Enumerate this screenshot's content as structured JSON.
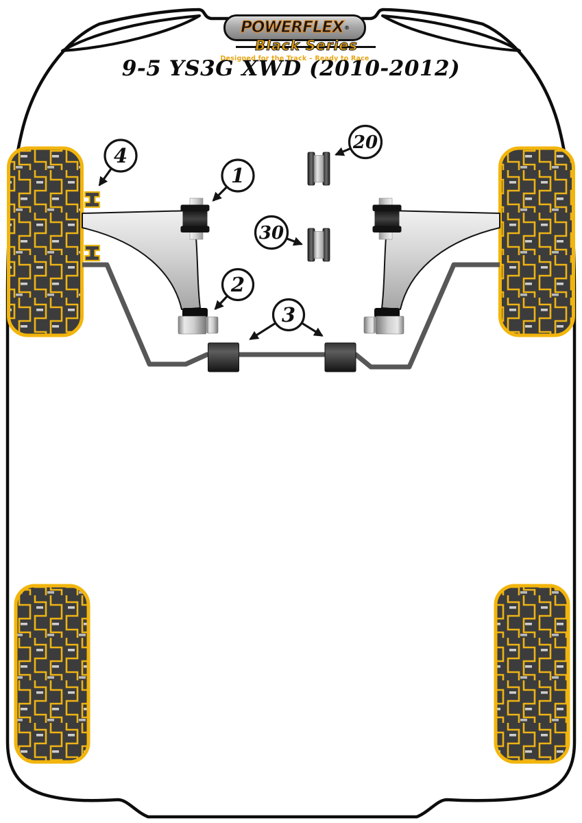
{
  "logo": {
    "brand": "POWERFLEX",
    "registered": "®",
    "series": "Black Series",
    "tagline": "Designed for the Track – Ready to Race"
  },
  "header": {
    "title": "9-5 YS3G XWD (2010-2012)"
  },
  "callouts": [
    {
      "number": "4"
    },
    {
      "number": "1"
    },
    {
      "number": "20"
    },
    {
      "number": "30"
    },
    {
      "number": "2"
    },
    {
      "number": "3"
    }
  ],
  "colors": {
    "tire_outline": "#F2B50C",
    "tire_fill": "#3C3C3C",
    "tread_silver": "#CDCDCD",
    "body_line": "#0D0D0D",
    "anti_roll_bar": "#575757",
    "series_gold": "#DD9B10",
    "brand_outline_orange": "#EF8D1E",
    "background": "#FFFFFF"
  }
}
